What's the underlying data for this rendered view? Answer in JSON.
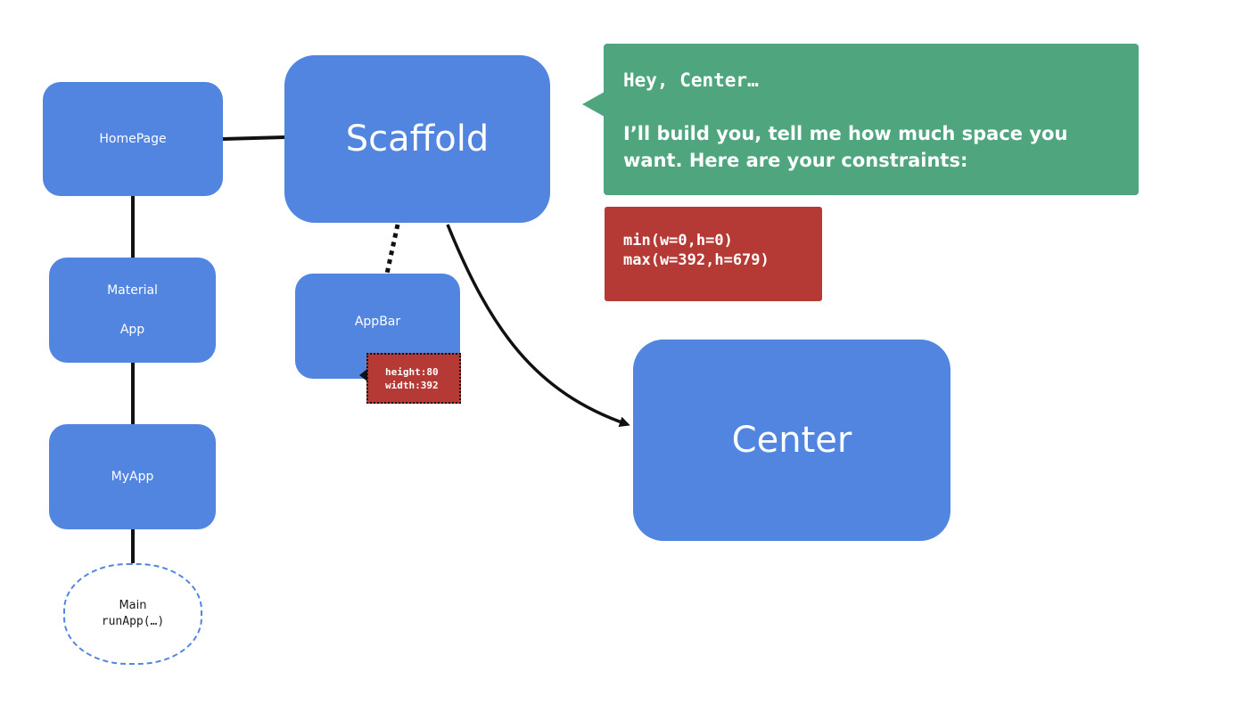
{
  "nodes": {
    "homepage": "HomePage",
    "material_line1": "Material",
    "material_line2": "App",
    "myapp": "MyApp",
    "appbar": "AppBar",
    "scaffold": "Scaffold",
    "center": "Center",
    "main_line1": "Main",
    "main_line2": "runApp(…)"
  },
  "speech_bubble": {
    "greeting": "Hey, Center…",
    "message": "I’ll build you, tell me how much space you want. Here are your constraints:"
  },
  "constraints": {
    "min": "min(w=0,h=0)",
    "max": "max(w=392,h=679)"
  },
  "appbar_size": {
    "height": "height:80",
    "width": "width:392"
  },
  "colors": {
    "node": "#5185e0",
    "bubble": "#4ea57e",
    "constraint_box": "#b53a36",
    "connector": "#111111"
  }
}
